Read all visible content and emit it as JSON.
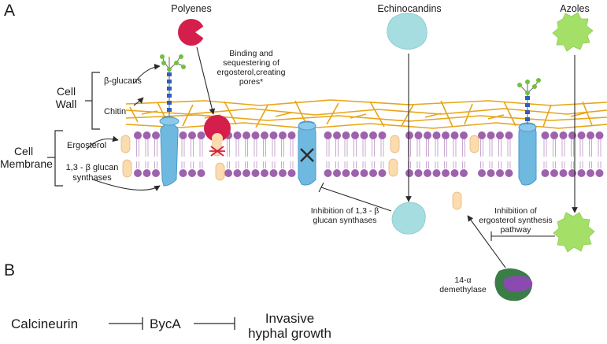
{
  "panels": {
    "a": "A",
    "b": "B"
  },
  "drugs": {
    "polyenes": "Polyenes",
    "echinocandins": "Echinocandins",
    "azoles": "Azoles"
  },
  "structures": {
    "cell_wall": [
      "Cell",
      "Wall"
    ],
    "cell_membrane": [
      "Cell",
      "Membrane"
    ]
  },
  "components": {
    "beta_glucans": "β-glucans",
    "chitin": "Chitin",
    "ergosterol": "Ergosterol",
    "glucan_synthases": [
      "1,3 - β glucan",
      "synthases"
    ]
  },
  "notes": {
    "polyene_mechanism": [
      "Binding and",
      "sequestering  of",
      "ergosterol,creating",
      "pores*"
    ],
    "glucan_inhibition": [
      "Inhibition of 1,3 - β",
      "glucan synthases"
    ],
    "ergosterol_inhibition": [
      "Inhibition of",
      "ergosterol synthesis",
      "pathway"
    ],
    "demethylase": [
      "14-α",
      "demethylase"
    ]
  },
  "pathway": {
    "calcineurin": "Calcineurin",
    "byca": "BycA",
    "outcome": [
      "Invasive",
      "hyphal growth"
    ]
  },
  "colors": {
    "lipid_head": "#9e62ad",
    "lipid_tail": "#c9a7d1",
    "cell_wall_fiber": "#e9a417",
    "glucan_synthase": "#6fb8e0",
    "ergosterol": "#fbdcae",
    "polyene": "#d41f4d",
    "echinocandin": "#a5dde0",
    "azole": "#a4e068",
    "beta_glucan_unit": "#2f5fb8",
    "glucan_branch": "#72c03f",
    "demethylase_body": "#3a7d46",
    "demethylase_site": "#8a4ab0"
  }
}
